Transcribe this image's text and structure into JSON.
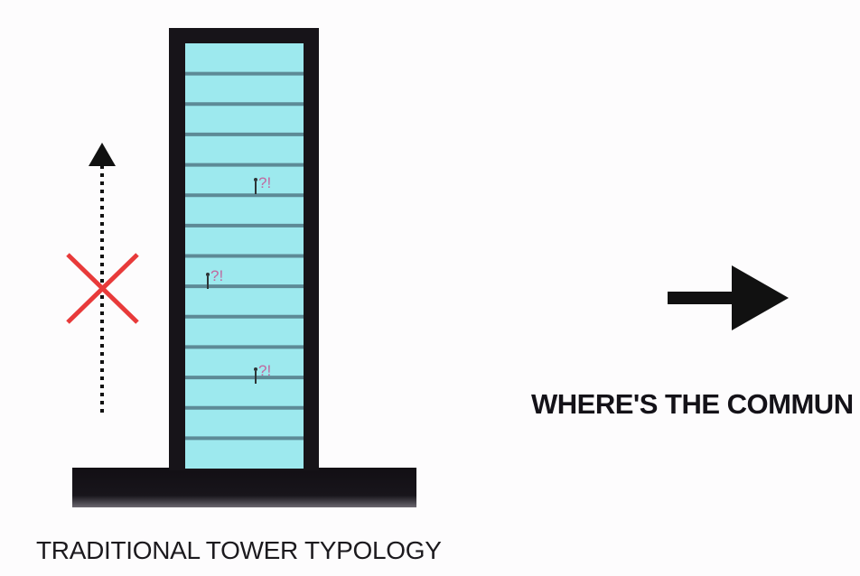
{
  "caption": "TRADITIONAL TOWER TYPOLOGY",
  "question": "WHERE'S THE COMMUN",
  "tower": {
    "floor_count": 14,
    "fill_color": "#9de9ee",
    "frame_color": "#171419",
    "floor_line_color": "#5d8a96"
  },
  "question_marks": [
    {
      "label": "?!"
    },
    {
      "label": "?!"
    },
    {
      "label": "?!"
    }
  ],
  "vertical_arrow": {
    "icon": "dotted-up-arrow-icon",
    "blocked_by": "red-x-icon",
    "cross_color": "#e83a3a"
  },
  "right_arrow": {
    "icon": "right-arrow-icon"
  }
}
